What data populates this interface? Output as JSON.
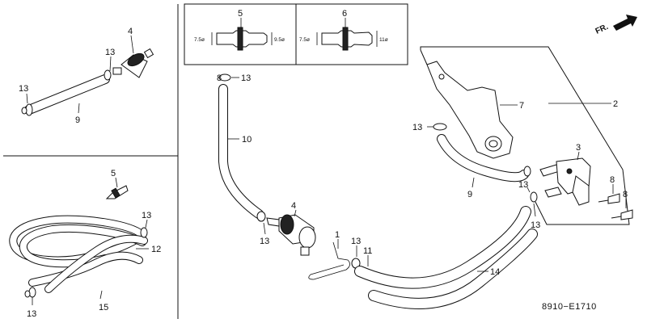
{
  "labels": {
    "l1": "1",
    "l2": "2",
    "l3": "3",
    "l4a": "4",
    "l4b": "4",
    "l5a": "5",
    "l5b": "5",
    "l6": "6",
    "l7": "7",
    "l8a": "8",
    "l8b": "8",
    "l9a": "9",
    "l9b": "9",
    "l10": "10",
    "l11": "11",
    "l12": "12",
    "l13a": "13",
    "l13b": "13",
    "l13c": "13",
    "l13d": "13",
    "l13e": "13",
    "l13f": "13",
    "l13g": "13",
    "l13h": "13",
    "l13i": "13",
    "l13j": "13",
    "l14": "14",
    "l15": "15"
  },
  "dimensions": {
    "d5_left": "7.5ø",
    "d5_right": "9.5ø",
    "d6_left": "7.5ø",
    "d6_right": "11ø"
  },
  "direction_marker": "FR.",
  "diagram_code": "8910−E1710"
}
